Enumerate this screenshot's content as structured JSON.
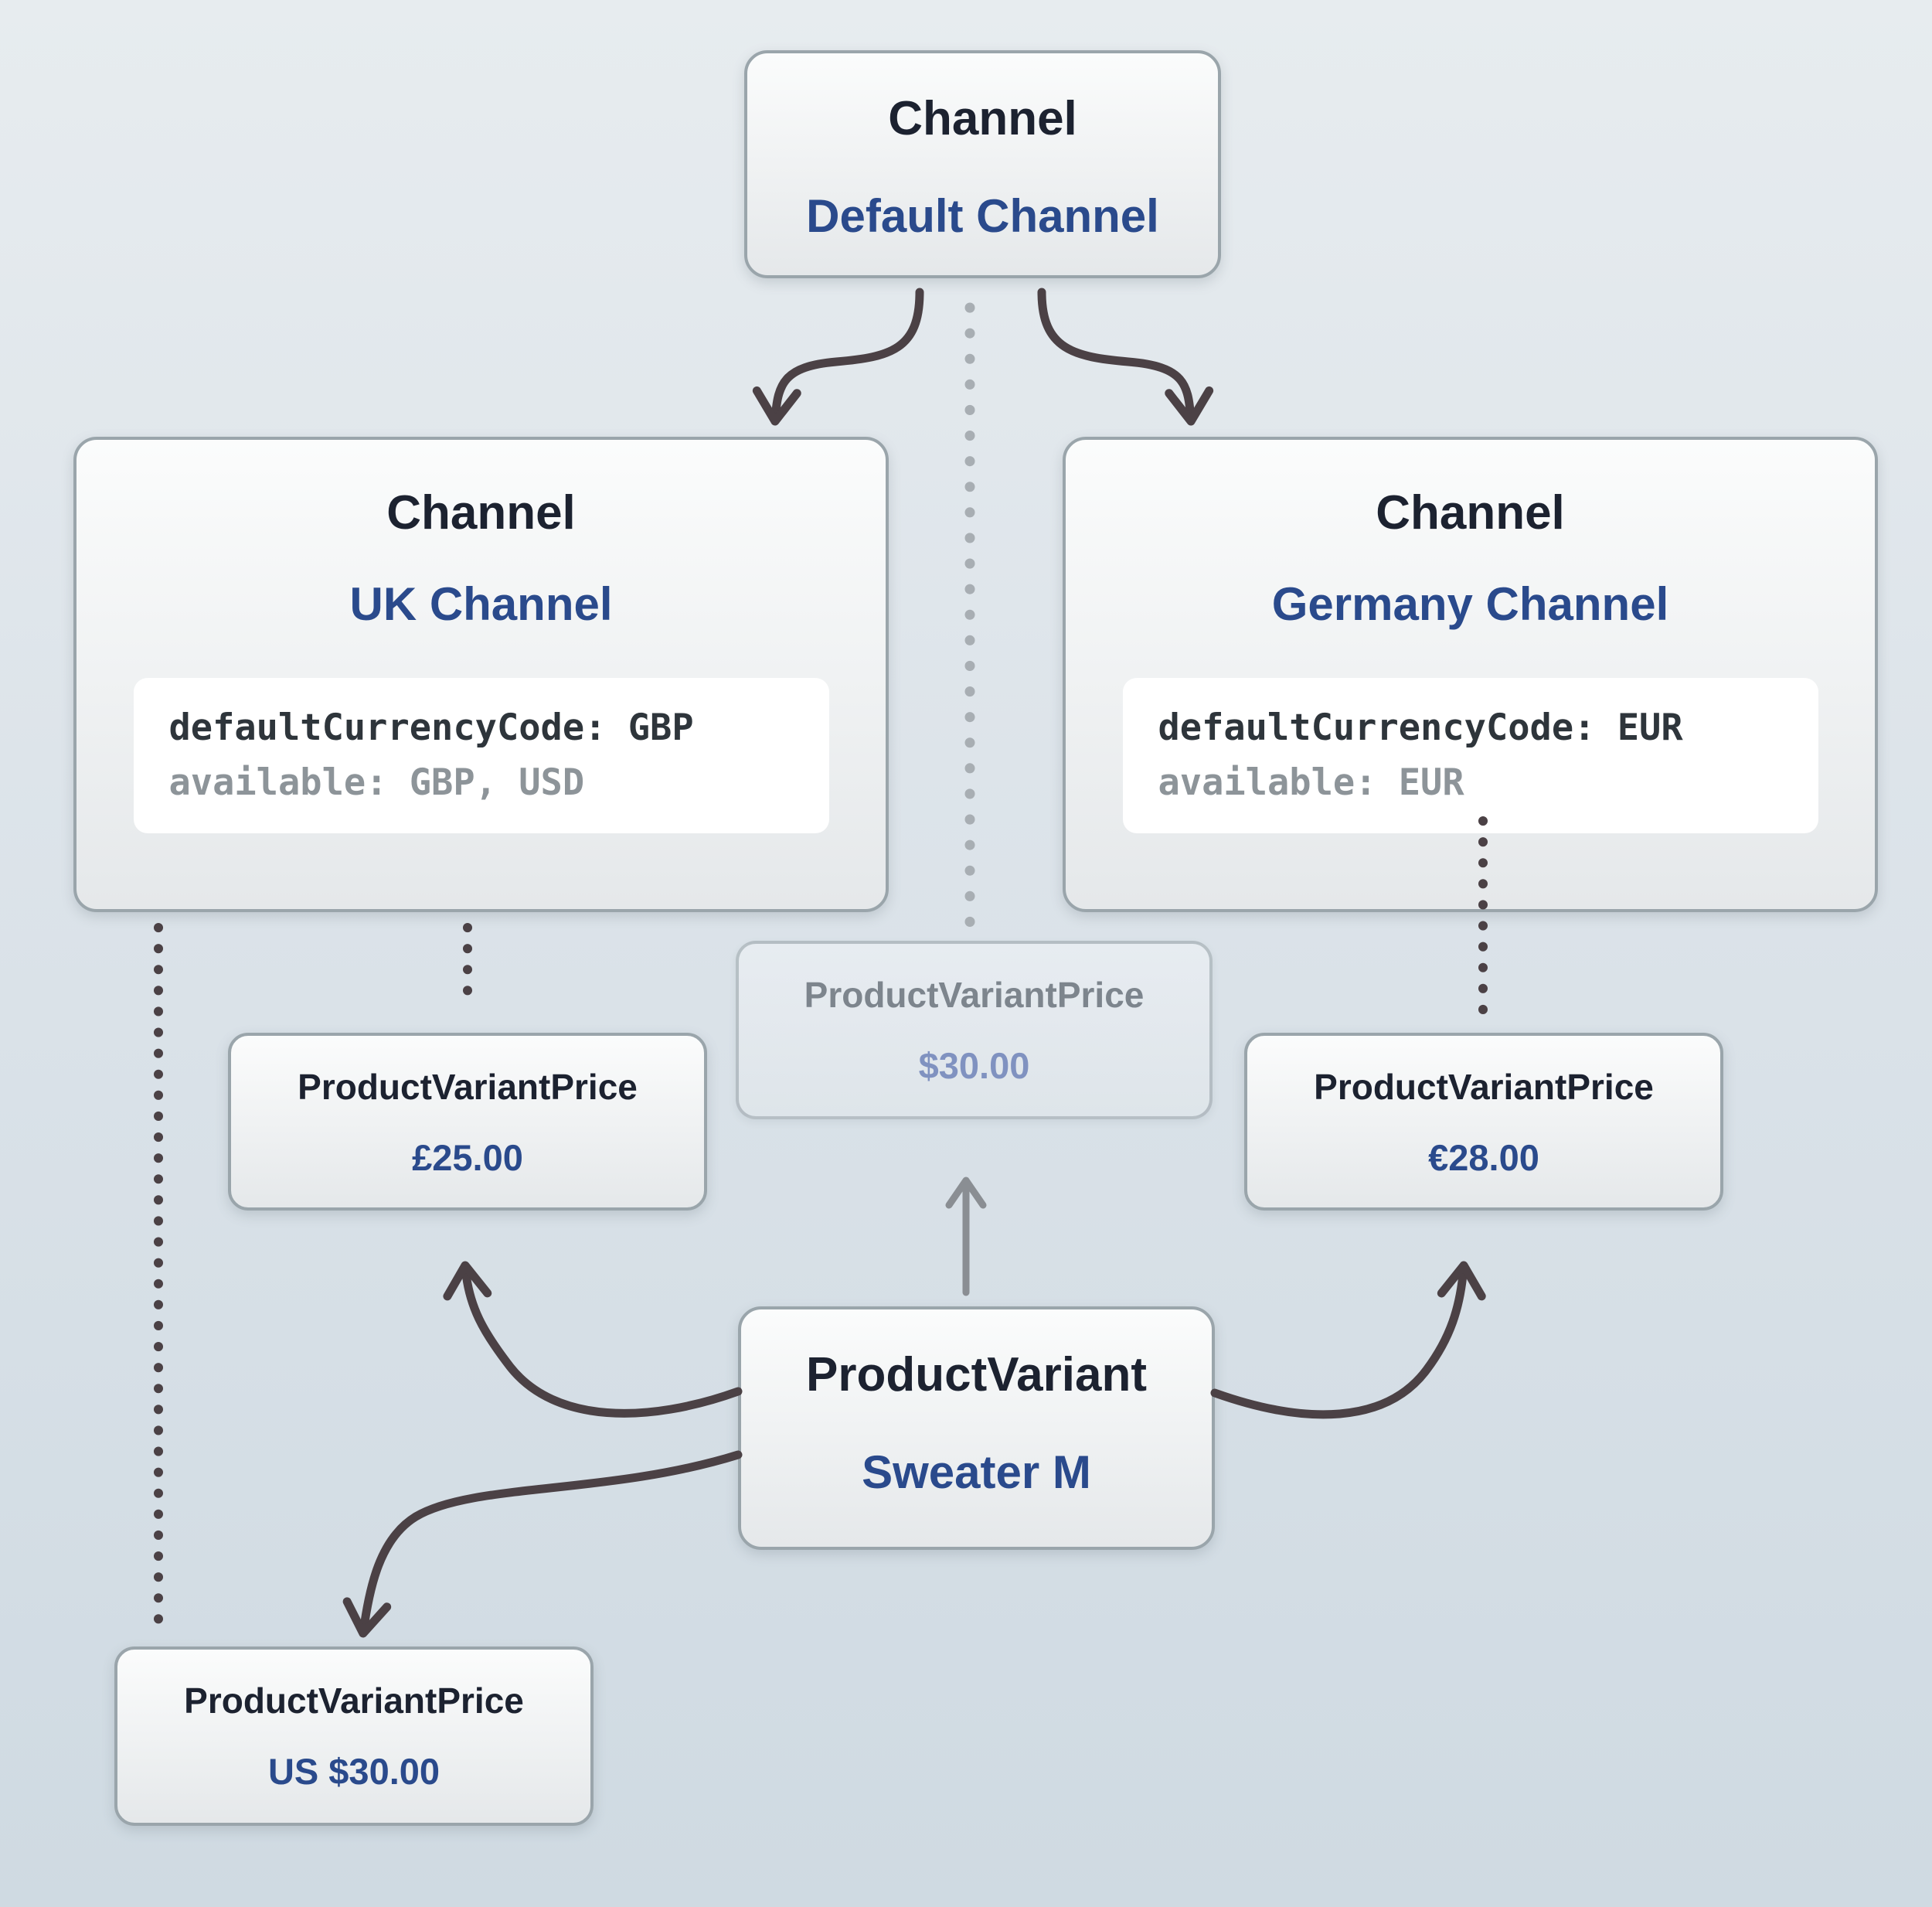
{
  "colors": {
    "page_bg_top": "#e7ecef",
    "page_bg_bottom": "#cfdae2",
    "node_border": "#9aa5ab",
    "node_heading": "#1c2230",
    "accent_blue": "#2a4a8c",
    "faded_heading": "#7d858d",
    "faded_blue": "#8092c0",
    "code_text": "#2e353b",
    "code_muted": "#8d9499",
    "edge_dark": "#4b4145",
    "edge_gray": "#8a8e93",
    "dotted_dark": "#4b4145",
    "dotted_light": "#a8aeb3"
  },
  "nodes": {
    "default_channel": {
      "type_label": "Channel",
      "name": "Default Channel"
    },
    "uk_channel": {
      "type_label": "Channel",
      "name": "UK Channel",
      "code_line_primary": "defaultCurrencyCode: GBP",
      "code_line_secondary": "available: GBP, USD"
    },
    "germany_channel": {
      "type_label": "Channel",
      "name": "Germany Channel",
      "code_line_primary": "defaultCurrencyCode: EUR",
      "code_line_secondary": "available: EUR"
    },
    "default_price": {
      "type_label": "ProductVariantPrice",
      "value": "$30.00"
    },
    "uk_price": {
      "type_label": "ProductVariantPrice",
      "value": "£25.00"
    },
    "germany_price": {
      "type_label": "ProductVariantPrice",
      "value": "€28.00"
    },
    "us_price": {
      "type_label": "ProductVariantPrice",
      "value": "US $30.00"
    },
    "product_variant": {
      "type_label": "ProductVariant",
      "name": "Sweater M"
    }
  }
}
